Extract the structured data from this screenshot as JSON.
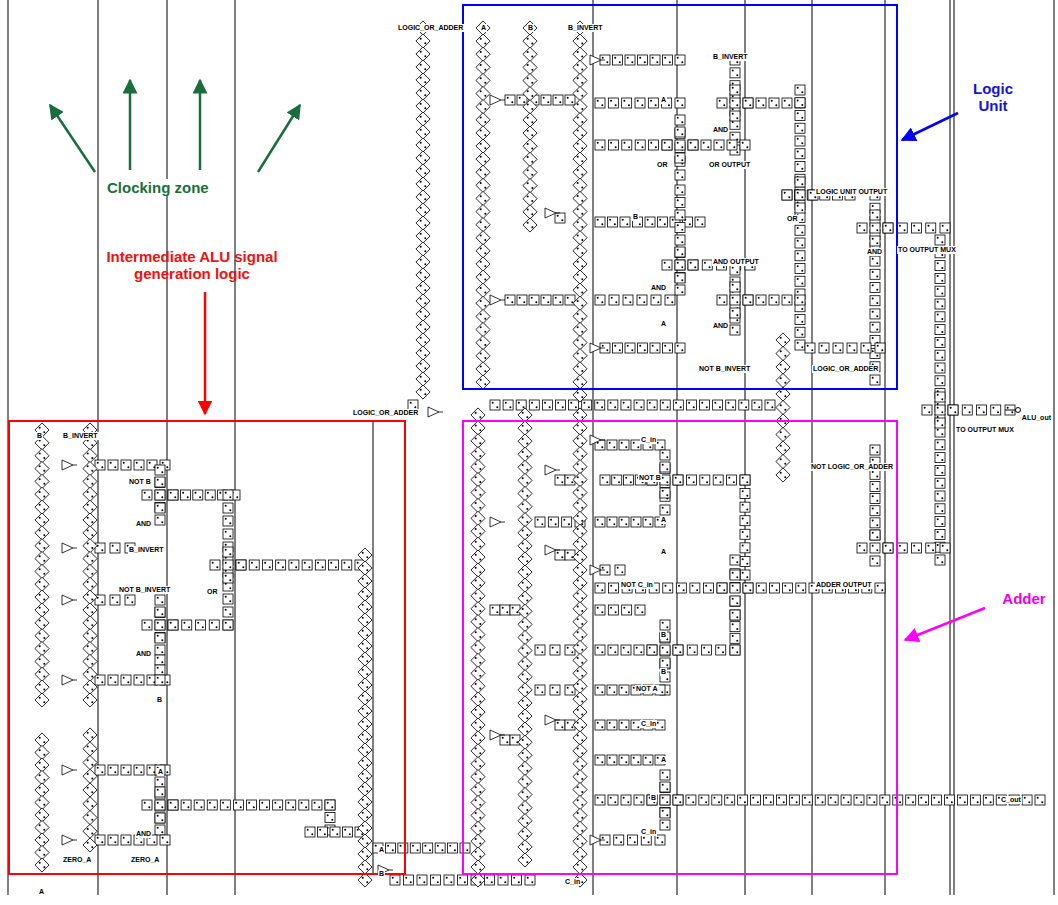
{
  "diagram": {
    "nodes": [
      {
        "text": [
          "Logic Unit"
        ]
      },
      {
        "text": [
          "Intermediate ALU signal generation logic"
        ]
      },
      {
        "text": [
          "Adder"
        ]
      }
    ],
    "labels": [
      "Clocking zone",
      "LOGIC_OR_ADDER",
      "A",
      "B",
      "B_INVERT",
      "B_INVERT",
      "A",
      "AND",
      "OR",
      "OR OUTPUT",
      "B",
      "LOGIC UNIT OUTPUT",
      "OR",
      "AND OUTPUT",
      "AND",
      "TO OUTPUT MUX",
      "AND",
      "AND",
      "A",
      "NOT B_INVERT",
      "LOGIC_OR_ADDER",
      "LOGIC_OR_ADDER",
      "ALU_out",
      "TO OUTPUT MUX",
      "B",
      "B_INVERT",
      "NOT B",
      "AND",
      "B_INVERT",
      "NOT B_INVERT",
      "OR",
      "AND",
      "B",
      "A",
      "AND",
      "ZERO_A",
      "ZERO_A",
      "A",
      "A",
      "B",
      "C_in",
      "C_in",
      "NOT B",
      "NOT LOGIC_OR_ADDER",
      "A",
      "A",
      "NOT C_in",
      "ADDER OUTPUT",
      "B",
      "B",
      "NOT A",
      "C_in",
      "A",
      "B",
      "C_in",
      "C_out"
    ]
  }
}
